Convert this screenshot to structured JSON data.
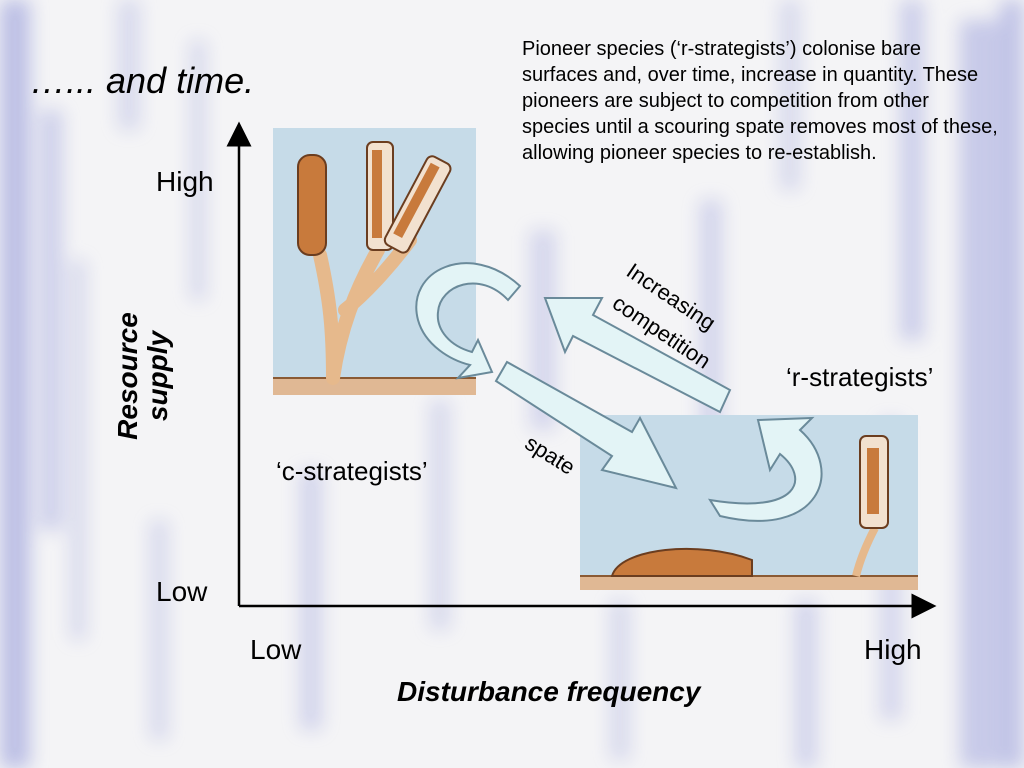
{
  "title": "…... and time.",
  "description": "Pioneer species (‘r-strategists’) colonise bare surfaces and, over time, increase in quantity.   These pioneers are subject to competition from other species until a scouring spate removes most of these, allowing pioneer species to re-establish.",
  "y_axis": {
    "label_line1": "Resource",
    "label_line2": "supply",
    "high": "High",
    "low": "Low"
  },
  "x_axis": {
    "label": "Disturbance frequency",
    "low": "Low",
    "high": "High"
  },
  "regions": {
    "c": "‘c-strategists’",
    "r": "‘r-strategists’"
  },
  "arrows": {
    "competition_line1": "Increasing",
    "competition_line2": "competition",
    "spate": "spate"
  },
  "colors": {
    "background": "#f4f4f6",
    "streaks": "#8f95d8",
    "water": "#c6dbe8",
    "arrow_fill": "#e3f4f6",
    "arrow_stroke": "#6a8a9a",
    "plant": "#c87a3c"
  }
}
